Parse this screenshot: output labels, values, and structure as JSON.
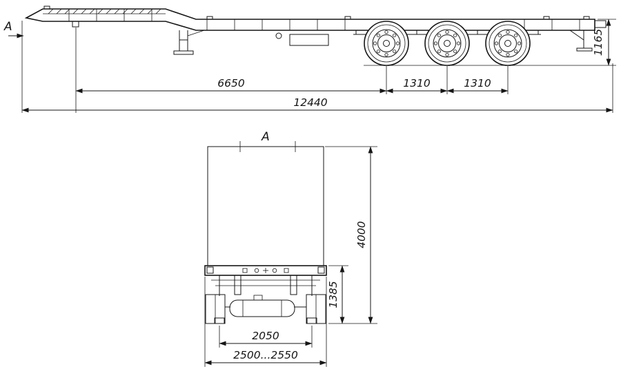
{
  "side_view": {
    "section_marker": "A",
    "dims": {
      "kingpin_to_first_axle": "6650",
      "axle_spacing_1": "1310",
      "axle_spacing_2": "1310",
      "overall_length": "12440",
      "rear_height": "1165"
    }
  },
  "section_view": {
    "title": "A",
    "dims": {
      "overall_height": "4000",
      "frame_height": "1385",
      "spring_track": "2050",
      "overall_width": "2500...2550"
    }
  }
}
